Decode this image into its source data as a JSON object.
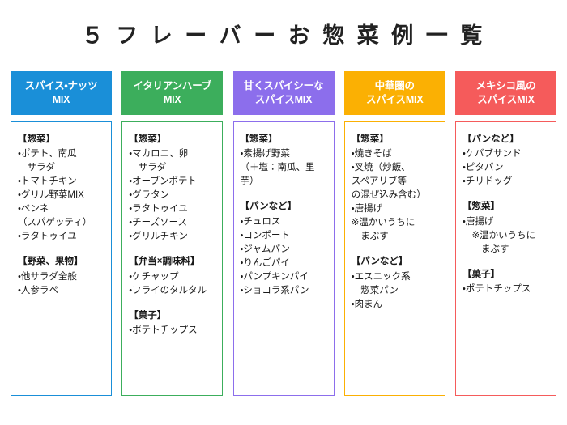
{
  "title": "５ フ レ ー バ ー  お 惣 菜 例 一 覧",
  "columns": [
    {
      "name": "spice-nuts-mix",
      "color": "#1a8fd8",
      "header_lines": [
        "スパイス・ナッツ",
        "MIX"
      ],
      "groups": [
        {
          "title": "【惣菜】",
          "items": [
            "・ポテト、南瓜\n　サラダ",
            "・トマトチキン",
            "・グリル野菜MIX",
            "・ペンネ\n（スパゲッティ）",
            "・ラタトゥイユ"
          ]
        },
        {
          "title": "【野菜、果物】",
          "items": [
            "・他サラダ全般",
            "・人参ラペ"
          ]
        }
      ]
    },
    {
      "name": "italian-herb-mix",
      "color": "#3cae5c",
      "header_lines": [
        "イタリアンハーブ",
        "MIX"
      ],
      "groups": [
        {
          "title": "【惣菜】",
          "items": [
            "・マカロニ、卵\n　サラダ",
            "・オーブンポテト",
            "・グラタン",
            "・ラタトゥイユ",
            "・チーズソース",
            "・グリルチキン"
          ]
        },
        {
          "title": "【弁当×調味料】",
          "items": [
            "・ケチャップ",
            "・フライのタルタル"
          ]
        },
        {
          "title": "【菓子】",
          "items": [
            "・ポテトチップス"
          ]
        }
      ]
    },
    {
      "name": "sweet-spicy-mix",
      "color": "#8c6eec",
      "header_lines": [
        "甘くスパイシーな",
        "スパイスMIX"
      ],
      "groups": [
        {
          "title": "【惣菜】",
          "items": [
            "・素揚げ野菜\n（＋塩：南瓜、里芋）"
          ]
        },
        {
          "title": "【パンなど】",
          "items": [
            "・チュロス",
            "・コンポート",
            "・ジャムパン",
            "・りんごパイ",
            "・パンプキンパイ",
            "・ショコラ系パン"
          ]
        }
      ]
    },
    {
      "name": "chinese-spice-mix",
      "color": "#fbb003",
      "header_lines": [
        "中華圏の",
        "スパイスMIX"
      ],
      "groups": [
        {
          "title": "【惣菜】",
          "items": [
            "・焼きそば",
            "・叉焼（炒飯、\nスペアリブ等\nの混ぜ込み含む）",
            "・唐揚げ",
            "※温かいうちに\n　まぶす"
          ]
        },
        {
          "title": "【パンなど】",
          "items": [
            "・エスニック系\n　惣菜パン",
            "・肉まん"
          ]
        }
      ]
    },
    {
      "name": "mexican-spice-mix",
      "color": "#f55b5b",
      "header_lines": [
        "メキシコ風の",
        "スパイスMIX"
      ],
      "groups": [
        {
          "title": "【パンなど】",
          "items": [
            "・ケバブサンド",
            "・ピタパン",
            "・チリドッグ"
          ]
        },
        {
          "title": "【惣菜】",
          "items": [
            "・唐揚げ\n　※温かいうちに\n　　まぶす"
          ]
        },
        {
          "title": "【菓子】",
          "items": [
            "・ポテトチップス"
          ]
        }
      ]
    }
  ]
}
